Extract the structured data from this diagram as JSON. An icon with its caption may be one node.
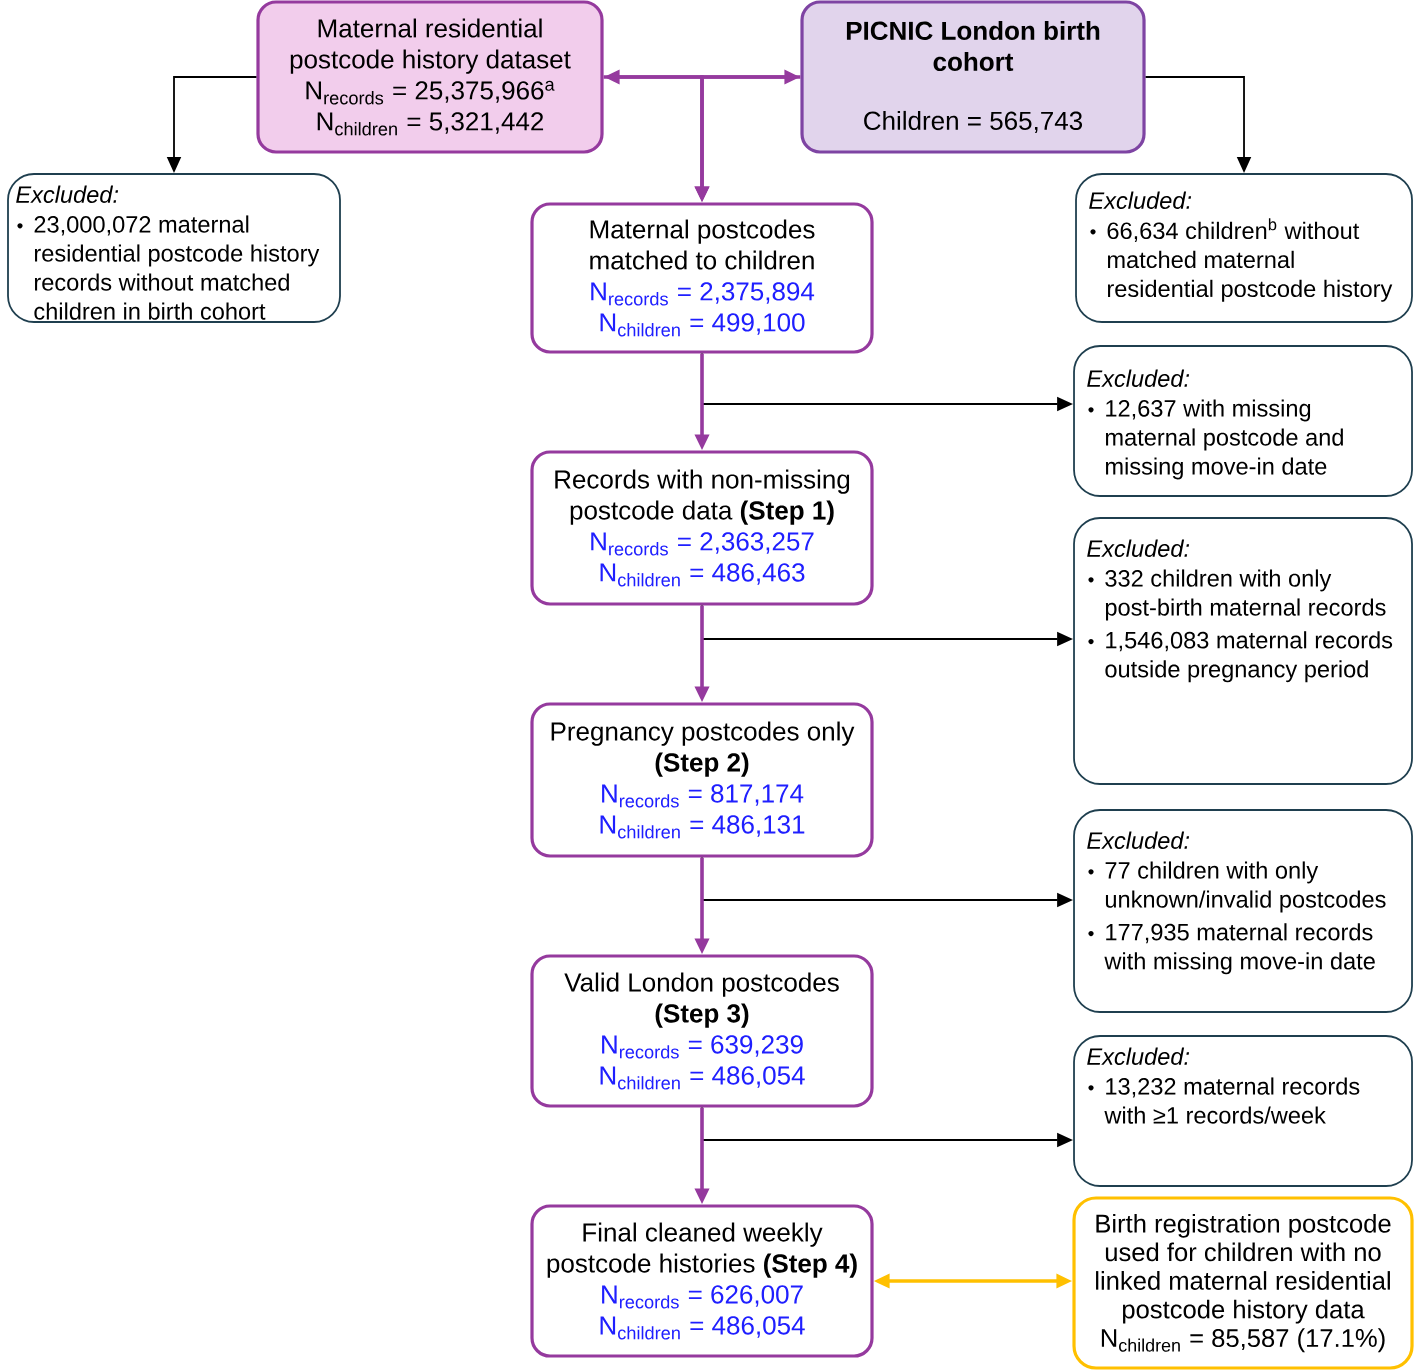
{
  "diagram": {
    "nodes": [
      {
        "text": [
          "Maternal residential postcode history dataset",
          "N$_{records}$ = 25,375,966$^{a}$",
          "N$_{children}$ = 5,321,442"
        ]
      },
      {
        "text": [
          "PICNIC London birth cohort",
          "Children = 565,743"
        ]
      },
      {
        "text": [
          "Excluded:",
          "23,000,072 maternal residential postcode history records without matched children in birth cohort"
        ]
      },
      {
        "text": [
          "Excluded:",
          "66,634 children$^{b}$ without matched maternal residential postcode history"
        ]
      },
      {
        "text": [
          "Maternal postcodes matched to children",
          "N$_{records}$ = 2,375,894",
          "N$_{children}$ = 499,100"
        ]
      },
      {
        "text": [
          "Excluded:",
          "12,637 with missing maternal postcode and missing move-in date"
        ]
      },
      {
        "text": [
          "Records with non-missing postcode data **(Step 1)**",
          "N$_{records}$ = 2,363,257",
          "N$_{children}$ = 486,463"
        ]
      },
      {
        "text": [
          "Excluded:",
          "332 children with only post-birth maternal records",
          "1,546,083 maternal records outside pregnancy period"
        ]
      },
      {
        "text": [
          "Pregnancy postcodes only **(Step 2)**",
          "N$_{records}$ = 817,174",
          "N$_{children}$ = 486,131"
        ]
      },
      {
        "text": [
          "Excluded:",
          "77 children with only unknown/invalid postcodes",
          "177,935 maternal records with missing move-in date"
        ]
      },
      {
        "text": [
          "Valid London postcodes **(Step 3)**",
          "N$_{records}$ = 639,239",
          "N$_{children}$ = 486,054"
        ]
      },
      {
        "text": [
          "Excluded:",
          "13,232 maternal records with ≥1 records/week"
        ]
      },
      {
        "text": [
          "Final cleaned weekly postcode histories **(Step 4)**",
          "N$_{records}$ = 626,007",
          "N$_{children}$ = 486,054"
        ]
      },
      {
        "text": [
          "Birth registration postcode used for children with no linked maternal residential postcode history data",
          "N$_{children}$ = 85,587 (17.1%)"
        ]
      }
    ],
    "edges": [
      {
        "from": 0,
        "to": 2,
        "arrow": "to",
        "color": "#000000"
      },
      {
        "from": 0,
        "to": 1,
        "arrow": "both"
      },
      {
        "from": 0,
        "to": 4,
        "arrow": "to"
      },
      {
        "from": 1,
        "to": 4,
        "arrow": "to"
      },
      {
        "from": 1,
        "to": 3,
        "arrow": "to",
        "color": "#000000"
      },
      {
        "from": 4,
        "to": 6,
        "arrow": "to"
      },
      {
        "from": 4,
        "to": 5,
        "arrow": "to",
        "color": "#000000"
      },
      {
        "from": 6,
        "to": 8,
        "arrow": "to"
      },
      {
        "from": 6,
        "to": 7,
        "arrow": "to",
        "color": "#000000"
      },
      {
        "from": 8,
        "to": 10,
        "arrow": "to"
      },
      {
        "from": 8,
        "to": 9,
        "arrow": "to",
        "color": "#000000"
      },
      {
        "from": 10,
        "to": 12,
        "arrow": "to"
      },
      {
        "from": 10,
        "to": 11,
        "arrow": "to",
        "color": "#000000"
      },
      {
        "from": 12,
        "to": 13,
        "arrow": "both",
        "color": "#ffc000"
      }
    ]
  }
}
